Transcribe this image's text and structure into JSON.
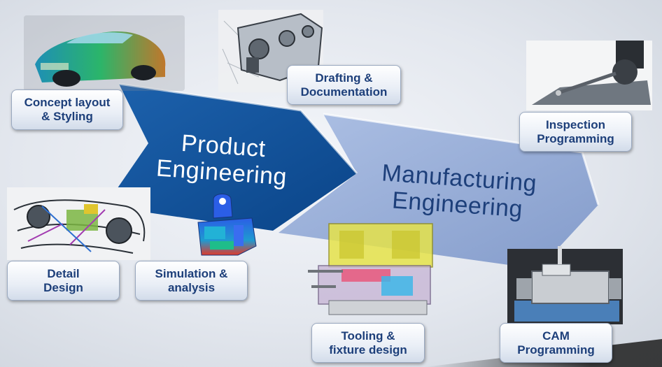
{
  "arrows": {
    "product": "Product\nEngineering",
    "manufacturing": "Manufacturing\nEngineering"
  },
  "labels": {
    "concept": "Concept layout\n& Styling",
    "drafting": "Drafting &\nDocumentation",
    "inspection": "Inspection\nProgramming",
    "detail": "Detail\nDesign",
    "simulation": "Simulation  &\nanalysis",
    "tooling": "Tooling &\nfixture design",
    "cam": "CAM\nProgramming"
  },
  "images": {
    "car": "car-render-icon",
    "drafting": "mechanical-drawing-icon",
    "inspection": "cmm-probe-icon",
    "detail": "chassis-assembly-icon",
    "simulation": "fea-bracket-icon",
    "tooling": "mold-tooling-icon",
    "cam": "cnc-vise-icon"
  },
  "colors": {
    "product_arrow": "#0d4f97",
    "manufacturing_arrow": "#8fa7d4",
    "label_text": "#1d3f7a"
  }
}
